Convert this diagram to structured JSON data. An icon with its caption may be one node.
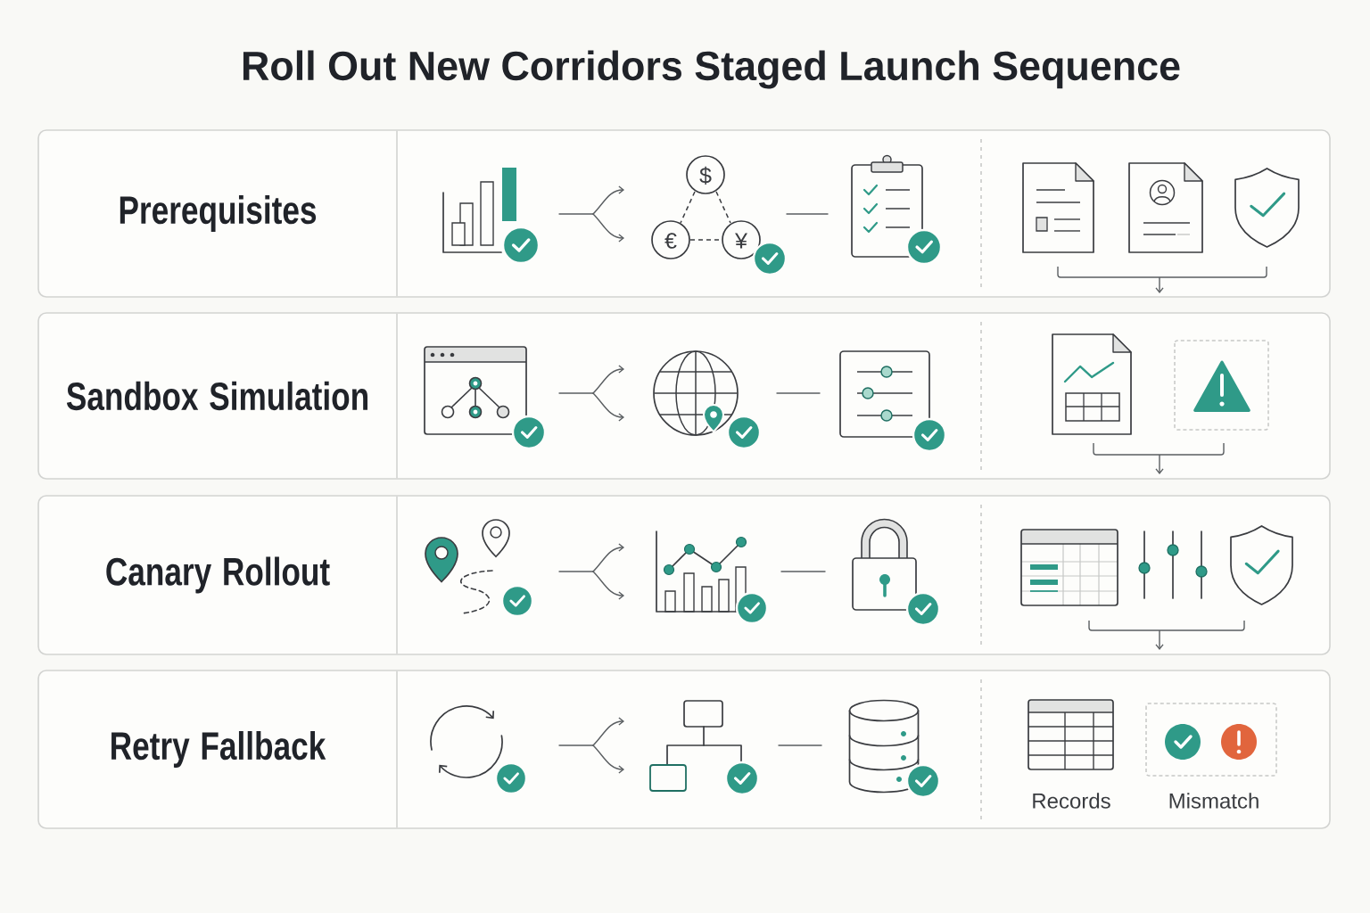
{
  "diagram": {
    "title": "Roll Out New Corridors Staged Launch Sequence",
    "nodes": [
      {
        "text": [
          "Prerequisites"
        ]
      },
      {
        "text": [],
        "shape": "picture",
        "in": 0
      },
      {
        "text": [],
        "shape": "picture",
        "in": 0
      },
      {
        "text": [],
        "shape": "picture",
        "in": 0
      },
      {
        "text": [
          "Sandbox Simulation"
        ]
      },
      {
        "text": [],
        "shape": "picture",
        "in": 4
      },
      {
        "text": [],
        "shape": "picture",
        "in": 4
      },
      {
        "text": [],
        "shape": "picture",
        "in": 4
      },
      {
        "text": [
          "Canary Rollout"
        ]
      },
      {
        "text": [],
        "shape": "picture",
        "in": 8
      },
      {
        "text": [],
        "shape": "picture",
        "in": 8
      },
      {
        "text": [],
        "shape": "picture",
        "in": 8
      },
      {
        "text": [
          "Retry Fallback"
        ]
      },
      {
        "text": [],
        "shape": "picture",
        "in": 12
      },
      {
        "text": [],
        "shape": "picture",
        "in": 12
      },
      {
        "text": [],
        "shape": "picture",
        "in": 12
      }
    ],
    "edges": [
      {
        "from": 1,
        "to": 2,
        "arrow": "to"
      },
      {
        "from": 2,
        "to": 3,
        "arrow": "none"
      },
      {
        "from": 5,
        "to": 6,
        "arrow": "to"
      },
      {
        "from": 6,
        "to": 7,
        "arrow": "none"
      },
      {
        "from": 9,
        "to": 10,
        "arrow": "to"
      },
      {
        "from": 10,
        "to": 11,
        "arrow": "none"
      },
      {
        "from": 13,
        "to": 14,
        "arrow": "to"
      },
      {
        "from": 14,
        "to": 15,
        "arrow": "none"
      }
    ],
    "labels": [
      "$",
      "€",
      "¥",
      "Records",
      "Mismatch"
    ]
  }
}
